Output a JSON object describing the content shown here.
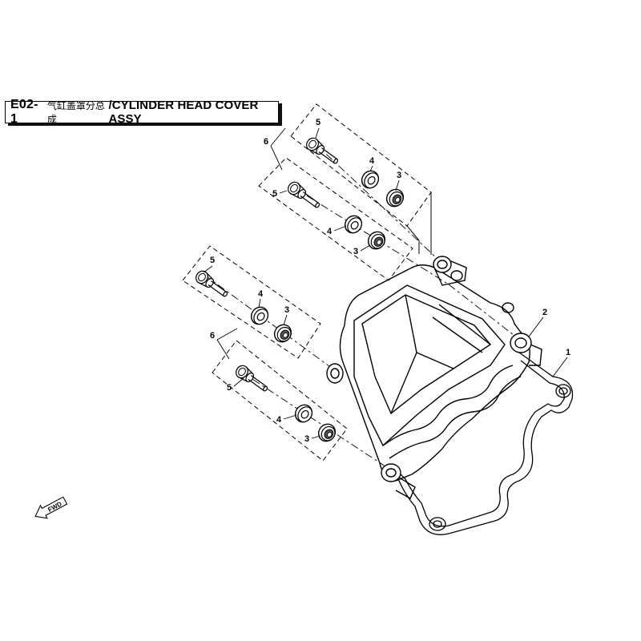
{
  "header": {
    "code": "E02-1",
    "title_cn": "气缸盖罩分总成",
    "title_en": "/CYLINDER HEAD COVER ASSY"
  },
  "callouts": {
    "label_1": "1",
    "label_2": "2",
    "label_3": "3",
    "label_4": "4",
    "label_5": "5",
    "label_6": "6"
  },
  "fwd_label": "FWD"
}
